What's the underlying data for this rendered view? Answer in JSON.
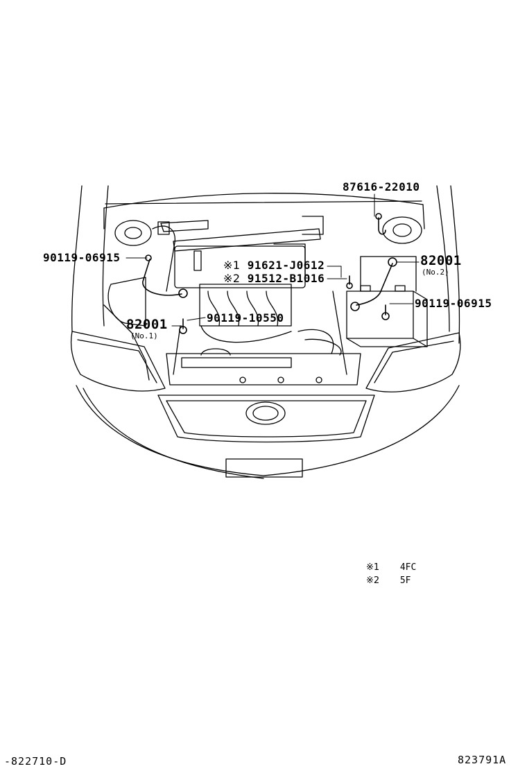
{
  "callouts": {
    "p87616": "87616-22010",
    "p90119_left": "90119-06915",
    "p91621_mark": "※1",
    "p91621": "91621-J0612",
    "p91512_mark": "※2",
    "p91512": "91512-B1016",
    "p82001_right": "82001",
    "p82001_right_sub": "(No.2)",
    "p90119_right": "90119-06915",
    "p82001_left": "82001",
    "p82001_left_sub": "(No.1)",
    "p90119_center": "90119-10550"
  },
  "legend": [
    {
      "mark": "※1",
      "text": "4FC"
    },
    {
      "mark": "※2",
      "text": "5F"
    }
  ],
  "footer": {
    "left_code": "-822710-D",
    "right_code": "823791A"
  }
}
